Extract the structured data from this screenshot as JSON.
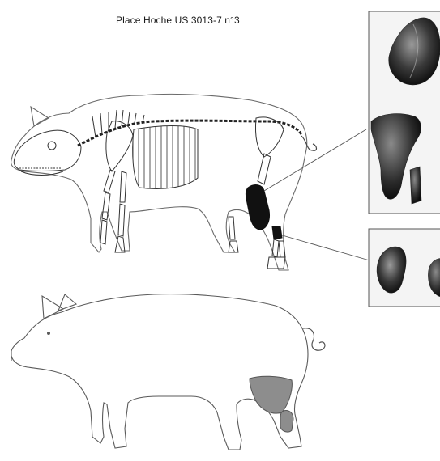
{
  "title": "Place Hoche US 3013-7 n°3",
  "colors": {
    "outline": "#6a6a6a",
    "skeleton": "#3a3a3a",
    "highlight_bone": "#111111",
    "highlight_flesh": "#8d8d8d",
    "photo_bg": "#f2f2f2",
    "photo_border": "#555555"
  },
  "figure": {
    "skeleton_view": "pig skeleton, left lateral view, with the right hind limb bones (tibia and tarsals) highlighted in black",
    "body_view": "pig body outline, left lateral view, with the corresponding hind leg cuts shaded in grey",
    "photos": [
      {
        "name": "tibia-photo",
        "content": "photographs of tibia fragments"
      },
      {
        "name": "tarsal-photo",
        "content": "photographs of tarsal bones"
      }
    ]
  }
}
